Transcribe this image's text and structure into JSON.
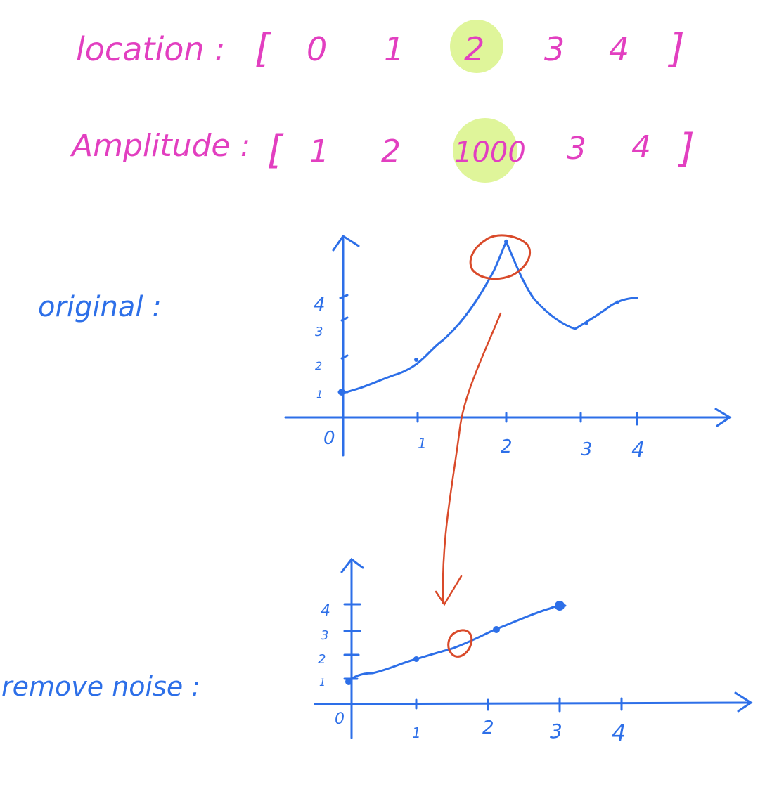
{
  "colors": {
    "magenta": "#e23fc0",
    "blue": "#2d6fe8",
    "red": "#d94a2a",
    "highlight": "#dff59a"
  },
  "location_row": {
    "label": "location :",
    "open_bracket": "[",
    "values": [
      "0",
      "1",
      "2",
      "3",
      "4"
    ],
    "close_bracket": "]",
    "highlighted_index": 2
  },
  "amplitude_row": {
    "label": "Amplitude :",
    "open_bracket": "[",
    "values": [
      "1",
      "2",
      "1000",
      "3",
      "4"
    ],
    "close_bracket": "]",
    "highlighted_index": 2
  },
  "original_plot": {
    "label": "original :",
    "origin_label": "0",
    "x_ticks": [
      "1",
      "2",
      "3",
      "4"
    ],
    "y_ticks": [
      "1",
      "2",
      "3",
      "4"
    ]
  },
  "denoised_plot": {
    "label": "remove noise :",
    "origin_label": "0",
    "x_ticks": [
      "1",
      "2",
      "3",
      "4"
    ],
    "y_ticks": [
      "1",
      "2",
      "3",
      "4"
    ]
  }
}
